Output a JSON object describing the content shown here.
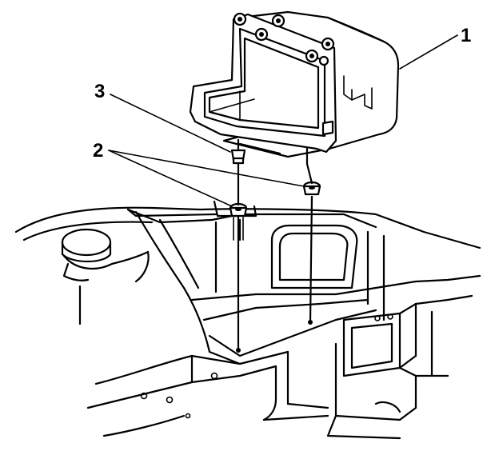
{
  "callouts": {
    "c1": "1",
    "c2": "2",
    "c3": "3"
  },
  "colors": {
    "ink": "#000000",
    "paper": "#ffffff"
  },
  "icons": {
    "part": "line-art-illustration"
  }
}
